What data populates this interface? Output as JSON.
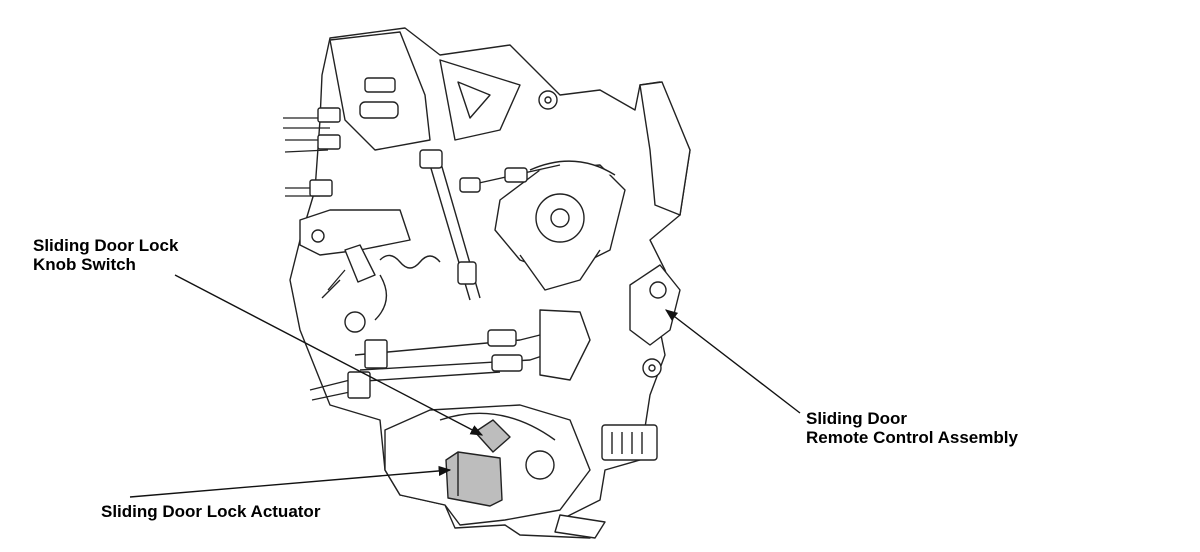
{
  "labels": {
    "knob_switch": {
      "line1": "Sliding Door Lock",
      "line2": "Knob Switch"
    },
    "actuator": {
      "text": "Sliding Door Lock Actuator"
    },
    "remote_control": {
      "line1": "Sliding Door",
      "line2": "Remote Control Assembly"
    }
  },
  "colors": {
    "line": "#222222",
    "fill": "#ffffff",
    "highlight": "#bdbdbd"
  }
}
